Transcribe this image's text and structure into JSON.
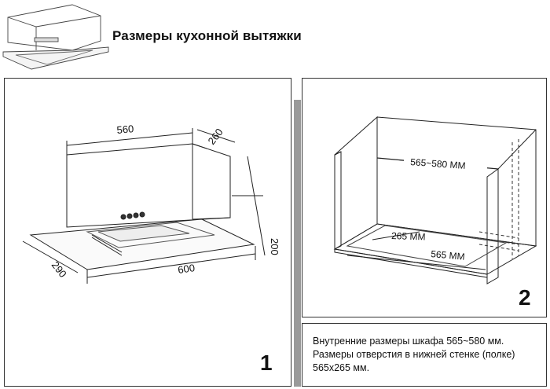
{
  "header": {
    "title": "Размеры кухонной вытяжки"
  },
  "figure1": {
    "number": "1",
    "dimensions": {
      "width_top": "560",
      "depth_top": "260",
      "height": "200",
      "width_bottom": "600",
      "depth_bottom": "290"
    }
  },
  "figure2": {
    "number": "2",
    "dimensions": {
      "inner_width": "565~580 ММ",
      "opening_depth": "265 ММ",
      "opening_width": "565 ММ"
    }
  },
  "note": {
    "line1": "Внутренние размеры шкафа 565~580 мм.",
    "line2": "Размеры отверстия в нижней стенке (полке)",
    "line3": "565х265 мм."
  }
}
